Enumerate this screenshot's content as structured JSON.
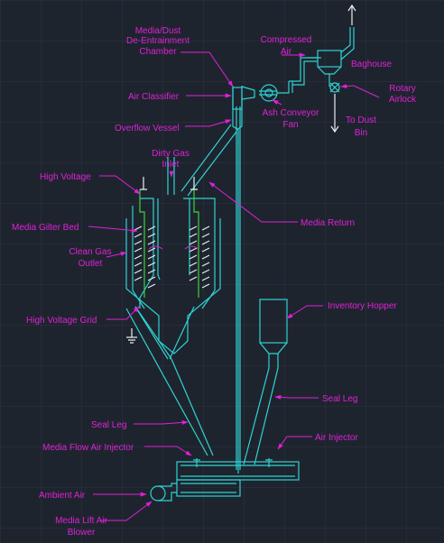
{
  "labels": {
    "dust_chamber_1": "Media/Dust",
    "dust_chamber_2": "De-Entrainment",
    "dust_chamber_3": "Chamber",
    "compressed_air_1": "Compressed",
    "compressed_air_2": "Air",
    "baghouse": "Baghouse",
    "rotary_airlock_1": "Rotary",
    "rotary_airlock_2": "Airlock",
    "air_classifier": "Air Classifier",
    "ash_fan_1": "Ash Conveyor",
    "ash_fan_2": "Fan",
    "overflow_vessel": "Overflow Vessel",
    "to_dust_bin_1": "To Dust",
    "to_dust_bin_2": "Bin",
    "dirty_gas_1": "Dirty Gas",
    "dirty_gas_2": "Inlet",
    "high_voltage": "High Voltage",
    "media_return": "Media Return",
    "media_bed": "Media Gilter Bed",
    "clean_gas_1": "Clean Gas",
    "clean_gas_2": "Outlet",
    "inventory_hopper": "Inventory Hopper",
    "hv_grid": "High Voltage Grid",
    "seal_leg_right": "Seal Leg",
    "seal_leg_left": "Seal Leg",
    "air_injector": "Air Injector",
    "media_flow_injector": "Media Flow Air Injector",
    "ambient_air": "Ambient Air",
    "blower_1": "Media Lift Air",
    "blower_2": "Blower"
  },
  "colors": {
    "background": "#1e242e",
    "grid": "#2c3440",
    "label": "#e020d8",
    "equipment": "#2fd3d3",
    "ground": "#e8eef2",
    "electrode": "#3ad23a"
  }
}
